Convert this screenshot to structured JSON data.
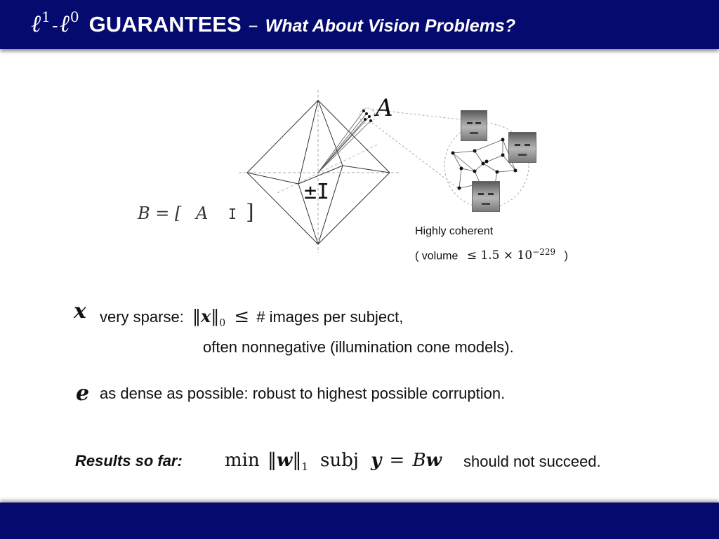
{
  "header": {
    "ell_symbol": "ℓ",
    "sup_one": "1",
    "sup_zero": "0",
    "dash": "-",
    "title": "GUARANTEES",
    "separator": "–",
    "subtitle": "What About Vision Problems?"
  },
  "diagram": {
    "label_A": "A",
    "label_pm_I": "±I",
    "B_eq": "B = [",
    "B_A": "A",
    "B_I": "I",
    "B_close": "]",
    "caption_line1": "Highly coherent",
    "caption_vol_open": "( volume",
    "caption_vol_math": "≤ 1.5 × 10",
    "caption_vol_exp": "−229",
    "caption_vol_close": ")"
  },
  "bullets": {
    "x_symbol": "x",
    "x_text": "very sparse:",
    "x_norm_open": "‖",
    "x_norm_var": "x",
    "x_norm_close": "‖",
    "x_norm_sub": "0",
    "x_leq": "≤",
    "x_rest": "# images per subject,",
    "x_line2": "often nonnegative (illumination cone models).",
    "e_symbol": "e",
    "e_text": "as dense as possible: robust to highest possible corruption."
  },
  "results": {
    "label": "Results so far:",
    "min": "min",
    "norm_open": "‖",
    "w": "w",
    "norm_close": "‖",
    "sub1": "1",
    "subj": "subj",
    "y": "y",
    "eq": "=",
    "B": "B",
    "w2": "w",
    "tail": "should not succeed."
  }
}
